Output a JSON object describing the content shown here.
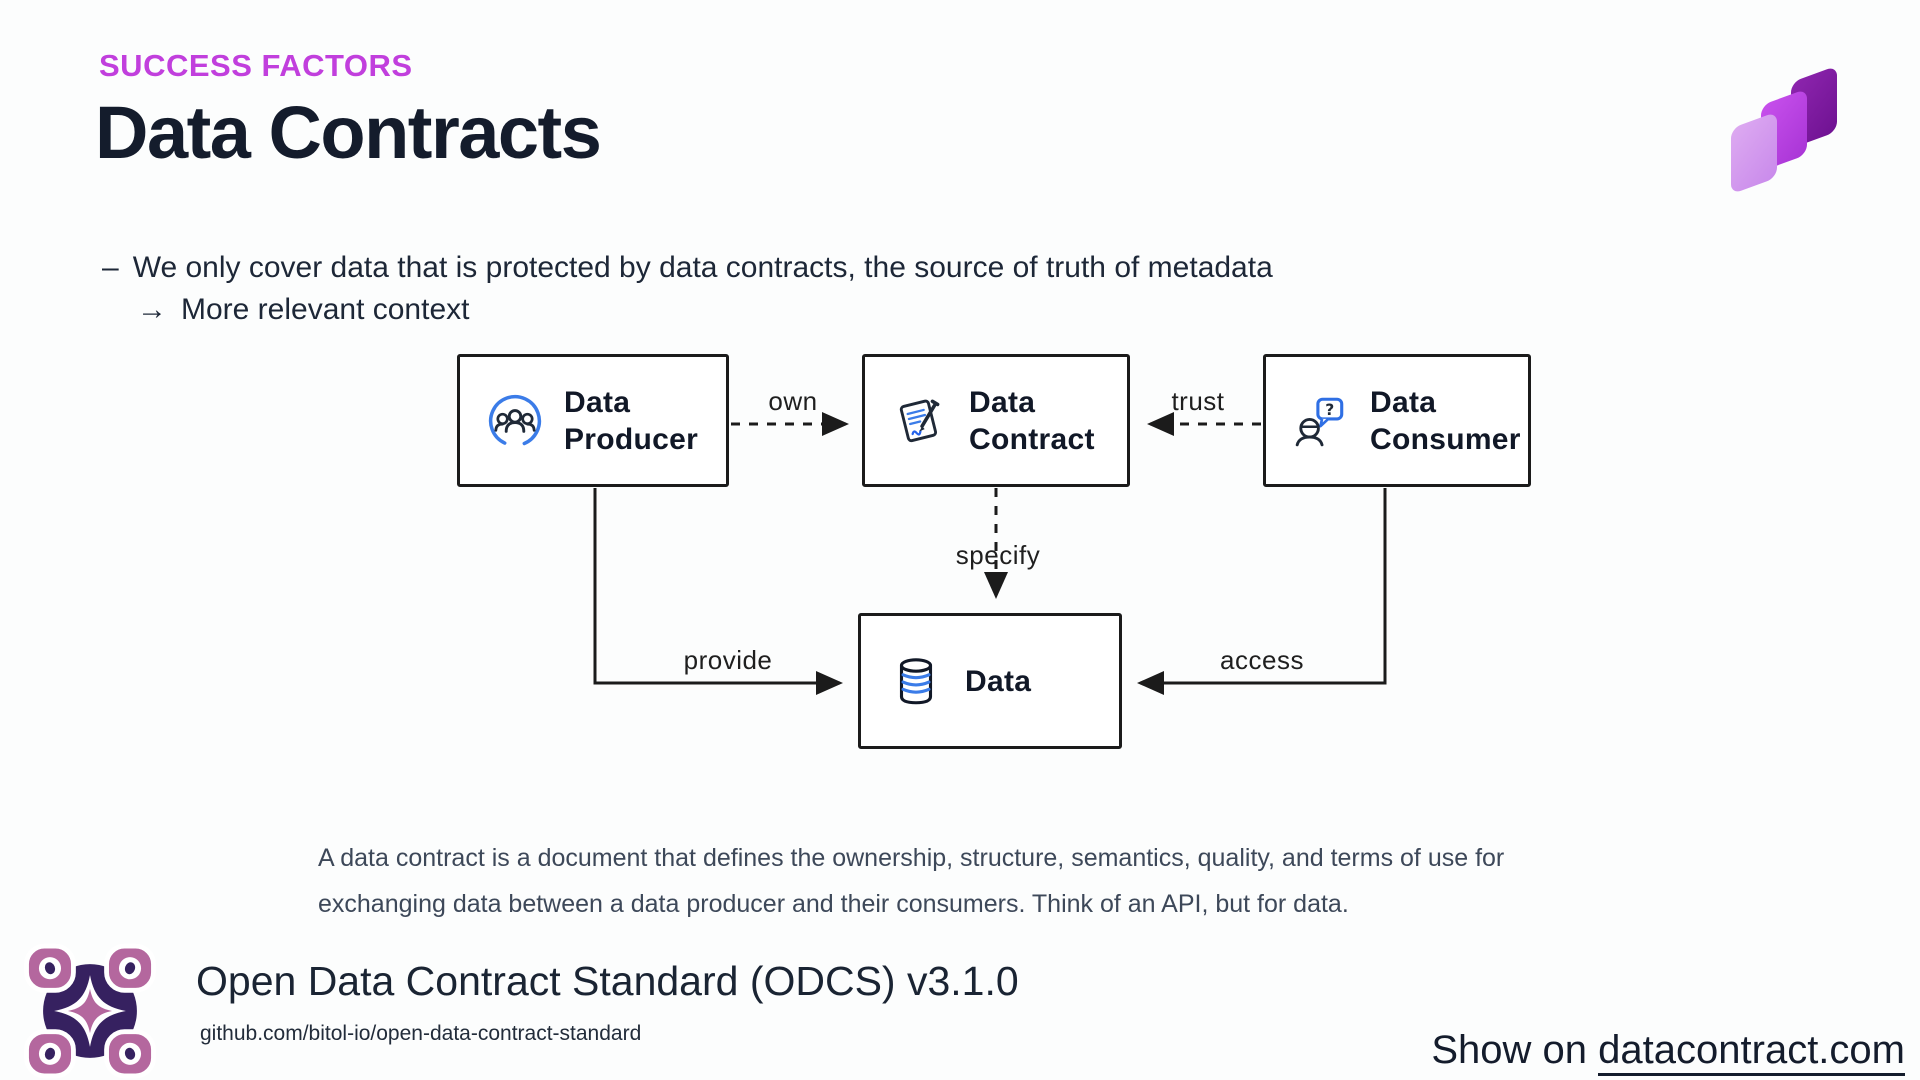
{
  "slide": {
    "eyebrow": "SUCCESS FACTORS",
    "title": "Data Contracts",
    "bullet": {
      "dash": "–",
      "text": "We only cover data that is protected by data contracts, the source of truth of metadata",
      "sub_arrow": "→",
      "sub_text": "More relevant context"
    }
  },
  "diagram": {
    "nodes": {
      "producer": {
        "label": "Data\nProducer",
        "icon": "people-circle-icon"
      },
      "contract": {
        "label": "Data\nContract",
        "icon": "document-signature-icon"
      },
      "consumer": {
        "label": "Data\nConsumer",
        "icon": "person-question-icon"
      },
      "data": {
        "label": "Data",
        "icon": "database-icon"
      }
    },
    "edges": {
      "own": "own",
      "trust": "trust",
      "specify": "specify",
      "provide": "provide",
      "access": "access"
    }
  },
  "description": {
    "line1": "A data contract is a document that defines the ownership, structure, semantics, quality, and terms of use for",
    "line2": "exchanging data between a data producer and their consumers. Think of an API, but for data."
  },
  "footer": {
    "standard_title": "Open Data Contract Standard (ODCS) v3.1.0",
    "repo_url": "github.com/bitol-io/open-data-contract-standard",
    "cta_prefix": "Show on",
    "cta_link": "datacontract.com"
  },
  "colors": {
    "eyebrow": "#c13fdd",
    "title": "#141c2c",
    "accent_blue": "#3b82f6",
    "diagram_stroke": "#1b1b1b",
    "logo_light_purple": "#d9a4ef",
    "logo_mid_purple": "#b845e2",
    "logo_dark_purple": "#7d1b9e",
    "bitol_mauve": "#b4679e",
    "bitol_purple": "#362160"
  }
}
